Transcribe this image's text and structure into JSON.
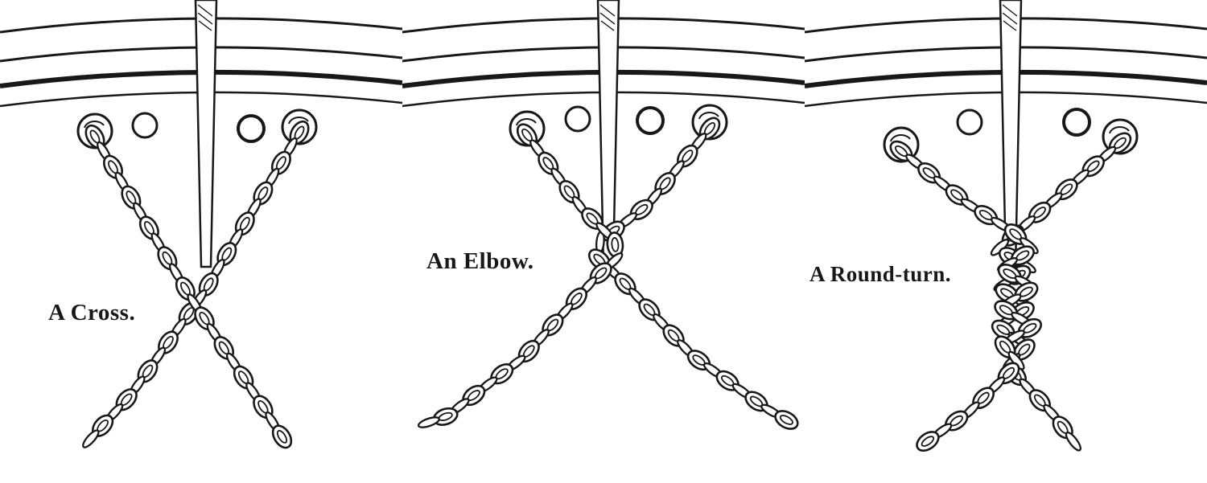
{
  "page": {
    "title": "Foul hawse illustrations: cross, elbow and round-turn of anchor cables at a ship's bow",
    "ink": "#181818",
    "background": "#ffffff"
  },
  "figures": [
    {
      "id": "cross",
      "label": "A Cross."
    },
    {
      "id": "elbow",
      "label": "An Elbow."
    },
    {
      "id": "round-turn",
      "label": "A Round-turn."
    }
  ]
}
